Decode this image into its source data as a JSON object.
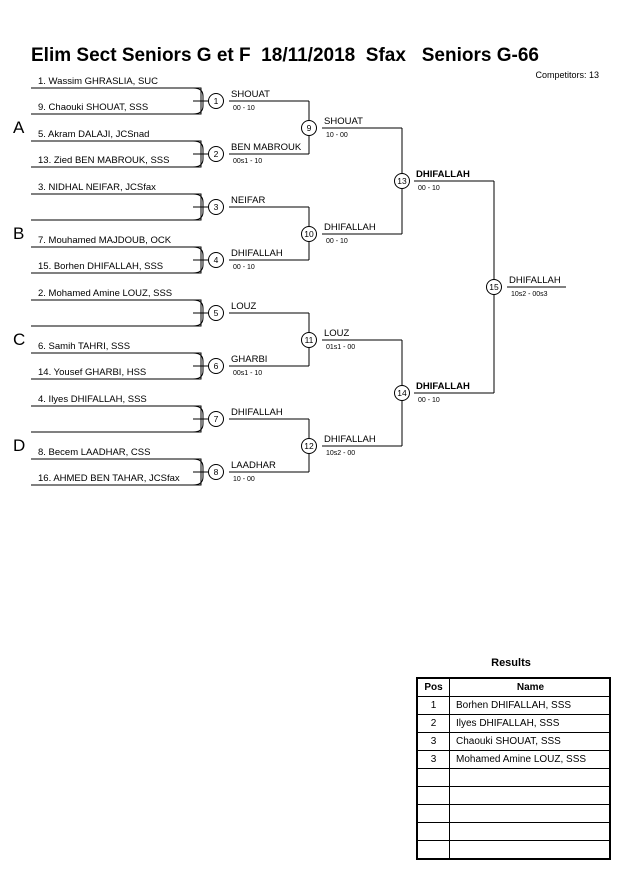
{
  "header": {
    "title": "Elim Sect Seniors G et F  18/11/2018  Sfax   Seniors G-66",
    "competitors": "Competitors: 13"
  },
  "pools": [
    "A",
    "B",
    "C",
    "D"
  ],
  "entrants": [
    "1. Wassim GHRASLIA, SUC",
    "9. Chaouki SHOUAT, SSS",
    "5. Akram DALAJI, JCSnad",
    "13. Zied BEN MABROUK, SSS",
    "3. NIDHAL NEIFAR, JCSfax",
    "",
    "7. Mouhamed MAJDOUB, OCK",
    "15. Borhen DHIFALLAH, SSS",
    "2. Mohamed Amine LOUZ, SSS",
    "",
    "6. Samih TAHRI, SSS",
    "14. Yousef GHARBI, HSS",
    "4. Ilyes DHIFALLAH, SSS",
    "",
    "8. Becem LAADHAR, CSS",
    "16. AHMED BEN TAHAR, JCSfax"
  ],
  "matches": [
    {
      "num": "1",
      "winner": "SHOUAT",
      "score": "00 - 10",
      "bold": false
    },
    {
      "num": "2",
      "winner": "BEN MABROUK",
      "score": "00s1 - 10",
      "bold": false
    },
    {
      "num": "3",
      "winner": "NEIFAR",
      "score": "",
      "bold": false
    },
    {
      "num": "4",
      "winner": "DHIFALLAH",
      "score": "00 - 10",
      "bold": false
    },
    {
      "num": "5",
      "winner": "LOUZ",
      "score": "",
      "bold": false
    },
    {
      "num": "6",
      "winner": "GHARBI",
      "score": "00s1 - 10",
      "bold": false
    },
    {
      "num": "7",
      "winner": "DHIFALLAH",
      "score": "",
      "bold": false
    },
    {
      "num": "8",
      "winner": "LAADHAR",
      "score": "10 - 00",
      "bold": false
    },
    {
      "num": "9",
      "winner": "SHOUAT",
      "score": "10 - 00",
      "bold": false
    },
    {
      "num": "10",
      "winner": "DHIFALLAH",
      "score": "00 - 10",
      "bold": false
    },
    {
      "num": "11",
      "winner": "LOUZ",
      "score": "01s1 - 00",
      "bold": false
    },
    {
      "num": "12",
      "winner": "DHIFALLAH",
      "score": "10s2 - 00",
      "bold": false
    },
    {
      "num": "13",
      "winner": "DHIFALLAH",
      "score": "00 - 10",
      "bold": true
    },
    {
      "num": "14",
      "winner": "DHIFALLAH",
      "score": "00 - 10",
      "bold": true
    },
    {
      "num": "15",
      "winner": "DHIFALLAH",
      "score": "10s2 - 00s3",
      "bold": false
    }
  ],
  "results": {
    "title": "Results",
    "col_pos": "Pos",
    "col_name": "Name",
    "rows": [
      {
        "pos": "1",
        "name": "Borhen DHIFALLAH, SSS"
      },
      {
        "pos": "2",
        "name": "Ilyes DHIFALLAH, SSS"
      },
      {
        "pos": "3",
        "name": "Chaouki SHOUAT, SSS"
      },
      {
        "pos": "3",
        "name": "Mohamed Amine LOUZ, SSS"
      },
      {
        "pos": "",
        "name": ""
      },
      {
        "pos": "",
        "name": ""
      },
      {
        "pos": "",
        "name": ""
      },
      {
        "pos": "",
        "name": ""
      },
      {
        "pos": "",
        "name": ""
      }
    ]
  }
}
